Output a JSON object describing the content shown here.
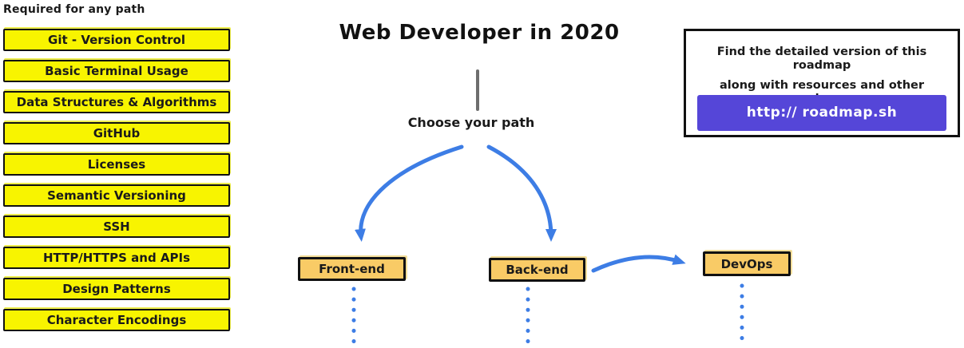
{
  "page": {
    "title": "Web Developer in 2020",
    "subtitle": "Choose your path"
  },
  "sidebar": {
    "heading": "Required for any path",
    "items": [
      "Git - Version Control",
      "Basic Terminal Usage",
      "Data Structures & Algorithms",
      "GitHub",
      "Licenses",
      "Semantic Versioning",
      "SSH",
      "HTTP/HTTPS and APIs",
      "Design Patterns",
      "Character Encodings"
    ]
  },
  "paths": {
    "frontend": "Front-end",
    "backend": "Back-end",
    "devops": "DevOps"
  },
  "info_box": {
    "line1": "Find the detailed version of this roadmap",
    "line2": "along with resources and other roadmaps",
    "button_label": "http:// roadmap.sh"
  },
  "colors": {
    "required_box_yellow": "#f8f400",
    "path_node_orange": "#f9cb66",
    "arrow_blue": "#3d7de5",
    "link_button_purple": "#5546d8",
    "divider_gray": "#6e6e6e"
  },
  "icons": {
    "down_arrow_left": "curved-arrow-to-frontend",
    "down_arrow_right": "curved-arrow-to-backend",
    "right_arrow": "curved-arrow-backend-to-devops",
    "dotted_continuation": "vertical-dotted-line"
  }
}
